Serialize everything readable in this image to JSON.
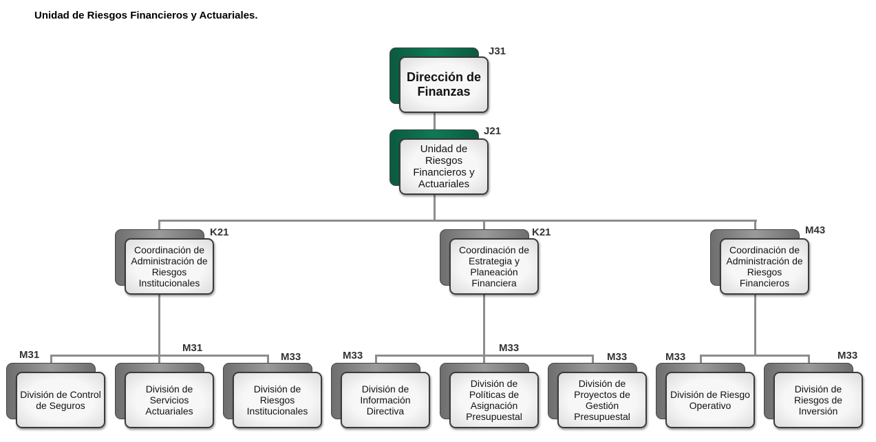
{
  "title": "Unidad de Riesgos Financieros y Actuariales.",
  "nodes": [
    {
      "label": "Dirección de Finanzas",
      "code": "J31",
      "color": "green"
    },
    {
      "label": "Unidad de Riesgos Financieros y Actuariales",
      "code": "J21",
      "color": "green"
    },
    {
      "label": "Coordinación de Administración de Riesgos Institucionales",
      "code": "K21",
      "color": "gray"
    },
    {
      "label": "Coordinación de Estrategia y Planeación Financiera",
      "code": "K21",
      "color": "gray"
    },
    {
      "label": "Coordinación de Administración de Riesgos Financieros",
      "code": "M43",
      "color": "gray"
    },
    {
      "label": "División de Control de Seguros",
      "code": "M31",
      "color": "gray"
    },
    {
      "label": "División de Servicios Actuariales",
      "code": "M31",
      "color": "gray"
    },
    {
      "label": "División de Riesgos Institucionales",
      "code": "M33",
      "color": "gray"
    },
    {
      "label": "División de Información Directiva",
      "code": "M33",
      "color": "gray"
    },
    {
      "label": "División de Políticas de Asignación Presupuestal",
      "code": "M33",
      "color": "gray"
    },
    {
      "label": "División de Proyectos de Gestión Presupuestal",
      "code": "M33",
      "color": "gray"
    },
    {
      "label": "División de Riesgo Operativo",
      "code": "M33",
      "color": "gray"
    },
    {
      "label": "División de Riesgos de Inversión",
      "code": "M33",
      "color": "gray"
    }
  ],
  "colors": {
    "green": "#0f7a57",
    "gray": "#8c8c8c"
  }
}
